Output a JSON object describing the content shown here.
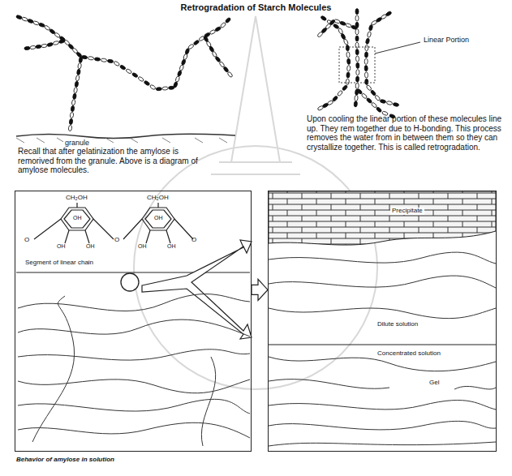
{
  "diagram": {
    "title": "Retrogradation of Starch Molecules",
    "caption": "Behavior of amylose in solution",
    "nodes": [
      {
        "text": [
          "Segment of linear chain"
        ]
      },
      {
        "text": [
          "Precipitate",
          "Dilute solution",
          "Concentrated solution",
          "Gel"
        ]
      }
    ],
    "edges": [
      {
        "from": 0,
        "to": 1,
        "arrow": "to"
      }
    ],
    "labels": [
      "granule",
      "Recall that after gelatinization the amylose is remorived from the granule. Above is a diagram of amylose molecules.",
      "Linear Portion",
      "Upon cooling the linear portion of these molecules line up. They rem together due to H-bonding. This process removes the water from in between them so they can crystallize together. This is called retrogradation.",
      "CH₂OH",
      "CH₂OH",
      "OH",
      "OH",
      "OH",
      "OH",
      "OH",
      "OH",
      "O",
      "O",
      "O"
    ]
  }
}
